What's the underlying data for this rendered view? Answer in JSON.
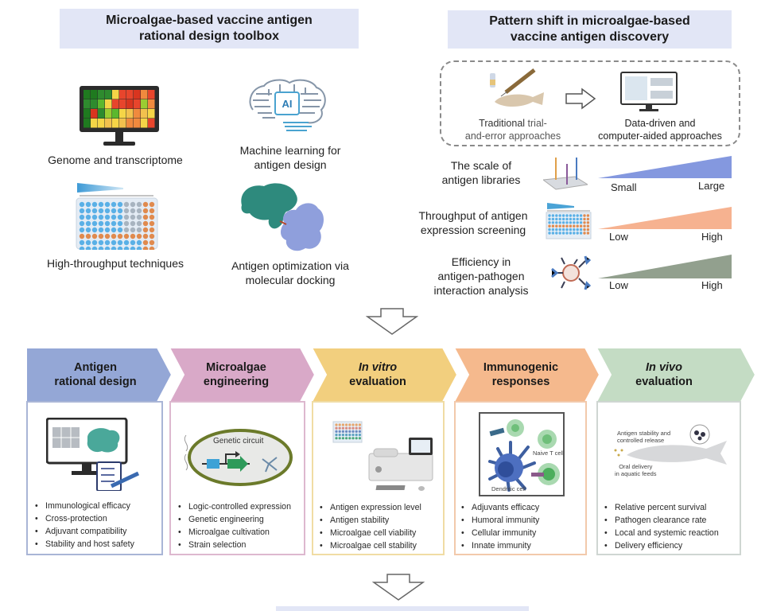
{
  "left_panel": {
    "title_line1": "Microalgae-based vaccine antigen",
    "title_line2": "rational design toolbox",
    "items": [
      {
        "icon": "heatmap-monitor-icon",
        "caption_line1": "Genome and transcriptome",
        "caption_line2": ""
      },
      {
        "icon": "ai-brain-icon",
        "caption_line1": "Machine learning for",
        "caption_line2": "antigen design",
        "icon_text": "AI"
      },
      {
        "icon": "well-plate-icon",
        "caption_line1": "High-throughput techniques",
        "caption_line2": ""
      },
      {
        "icon": "protein-docking-icon",
        "caption_line1": "Antigen optimization via",
        "caption_line2": "molecular docking"
      }
    ]
  },
  "right_panel": {
    "title_line1": "Pattern shift in microalgae-based",
    "title_line2": "vaccine antigen discovery",
    "shift": {
      "from_line1_bold": "Traditional",
      "from_line1_rest": " trial-",
      "from_line2": "and-error approaches",
      "to_line1": "Data-driven and",
      "to_line2": "computer-aided approaches"
    },
    "metrics": [
      {
        "label_line1": "The scale of",
        "label_line2": "antigen libraries",
        "label_line3": "",
        "low": "Small",
        "high": "Large",
        "color": "#6f86d9",
        "icon": "microarray-icon"
      },
      {
        "label_line1": "Throughput of antigen",
        "label_line2": "expression screening",
        "label_line3": "",
        "low": "Low",
        "high": "High",
        "color": "#f4a57c",
        "icon": "screening-plate-icon"
      },
      {
        "label_line1": "Efficiency in",
        "label_line2": "antigen-pathogen",
        "label_line3": "interaction analysis",
        "low": "Low",
        "high": "High",
        "color": "#7f8f7a",
        "icon": "antibody-pathogen-icon"
      }
    ]
  },
  "stages": [
    {
      "title_line1": "Antigen",
      "title_line2": "rational design",
      "italic_line1": false,
      "color": "#94a7d6",
      "border": "#a9b5d6",
      "bullets": [
        "Immunological efficacy",
        "Cross-protection",
        "Adjuvant compatibility",
        "Stability and host safety"
      ],
      "icon": "computer-design-icon"
    },
    {
      "title_line1": "Microalgae",
      "title_line2": "engineering",
      "italic_line1": false,
      "color": "#d9a9c8",
      "border": "#ddb8cf",
      "bullets": [
        "Logic-controlled expression",
        "Genetic engineering",
        "Microalgae cultivation",
        "Strain selection"
      ],
      "icon": "genetic-circuit-icon",
      "icon_label": "Genetic circuit"
    },
    {
      "title_line1": "In vitro",
      "title_line2": "evaluation",
      "italic_line1": true,
      "color": "#f2cf7e",
      "border": "#f0dca4",
      "bullets": [
        "Antigen expression level",
        "Antigen stability",
        "Microalgae cell viability",
        "Microalgae cell stability"
      ],
      "icon": "lab-instrument-icon"
    },
    {
      "title_line1": "Immunogenic",
      "title_line2": "responses",
      "italic_line1": false,
      "color": "#f5b98d",
      "border": "#f2c9ab",
      "bullets": [
        "Adjuvants efficacy",
        "Humoral immunity",
        "Cellular immunity",
        "Innate immunity"
      ],
      "icon": "immune-cells-icon",
      "icon_label_1": "Naive T cell",
      "icon_label_2": "Dendritic cell"
    },
    {
      "title_line1": "In vivo",
      "title_line2": "evaluation",
      "italic_line1": true,
      "color": "#c4dcc4",
      "border": "#cfd6d2",
      "bullets": [
        "Relative percent survival",
        "Pathogen clearance rate",
        "Local and systemic reaction",
        "Delivery efficiency"
      ],
      "icon": "fish-delivery-icon",
      "icon_label_1": "Antigen stability and",
      "icon_label_2": "controlled release",
      "icon_label_3": "Oral delivery",
      "icon_label_4": "in aquatic feeds"
    }
  ]
}
